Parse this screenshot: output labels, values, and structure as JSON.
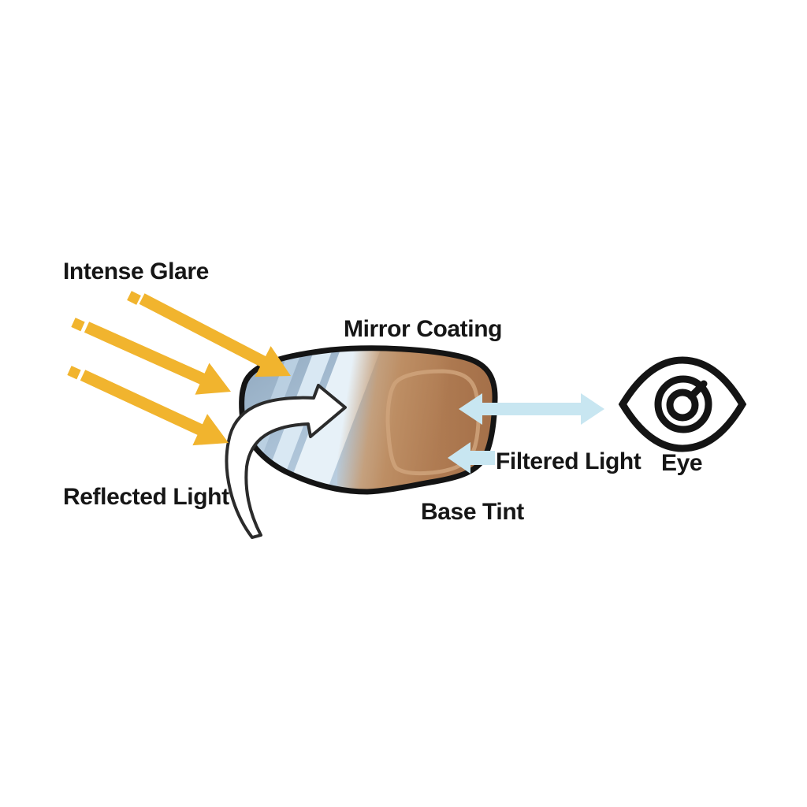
{
  "diagram": {
    "title": "Mirror-coated sunglass lens light path diagram",
    "labels": {
      "intense_glare": "Intense Glare",
      "mirror_coating": "Mirror Coating",
      "reflected_light": "Reflected Light",
      "base_tint": "Base Tint",
      "filtered_light": "Filtered Light",
      "eye": "Eye"
    },
    "colors": {
      "glare_yellow": "#F1B42E",
      "filtered_light_blue": "#C8E6F1",
      "outline_black": "#141414",
      "lens_border_black": "#141414",
      "mirror_blue_base": "#A9C0D5",
      "mirror_blue_dark": "#92AAC0",
      "mirror_streak_light": "#D9E8F3",
      "mirror_streak_bright": "#E7F1F8",
      "base_tint_brown": "#AF7B52",
      "base_tint_tan": "#C59B73",
      "base_tint_dark": "#9A6540",
      "base_tint_ridge": "#CFA37B",
      "reflected_arrow_fill": "#FFFFFF",
      "reflected_arrow_outline": "#2B2B2B",
      "label_text": "#161616"
    },
    "icons": [
      {
        "name": "glare-arrow-icon",
        "meaning": "intense glare rays hitting lens"
      },
      {
        "name": "reflected-arrow-icon",
        "meaning": "light bounced off mirror coating"
      },
      {
        "name": "filtered-arrow-icon",
        "meaning": "filtered light passing to eye"
      },
      {
        "name": "eye-icon",
        "meaning": "viewer eye"
      },
      {
        "name": "lens-icon",
        "meaning": "sunglass lens with mirror coating and base tint"
      }
    ]
  }
}
